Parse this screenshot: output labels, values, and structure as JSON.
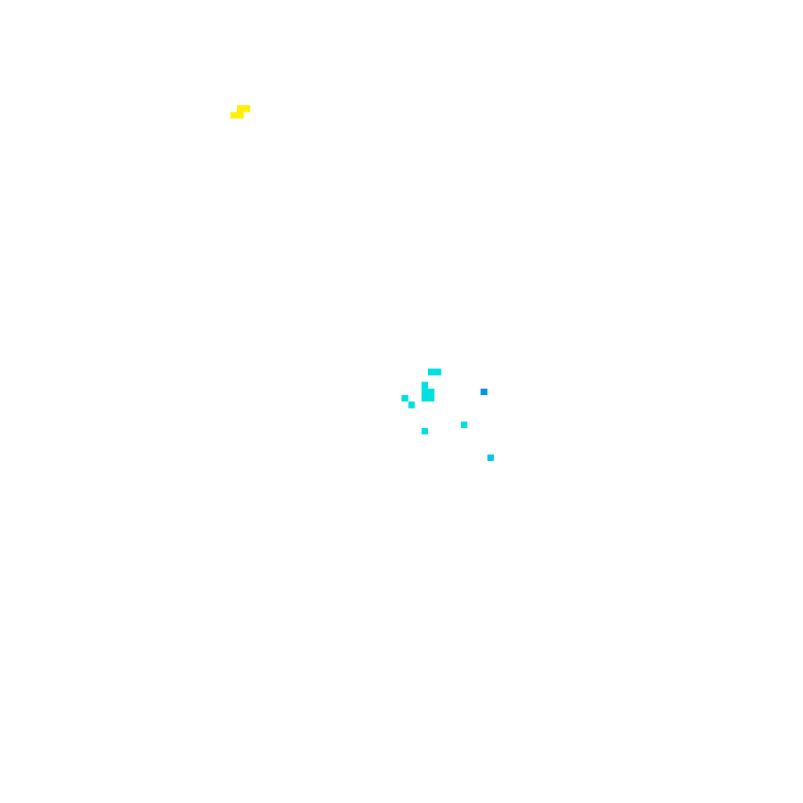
{
  "chart_data": {
    "type": "heatmap",
    "title": "",
    "xlabel": "",
    "ylabel": "",
    "grid": false,
    "legend": "none",
    "value_range": [
      0,
      1
    ],
    "colors": {
      "background": "#ffffff",
      "cyan": "#00e0e0",
      "light-blue": "#00c8e8",
      "blue": "#0096e6",
      "yellow": "#fff000"
    },
    "cells": [
      {
        "col": 35,
        "row": 17,
        "color": "yellow",
        "value": 0.9
      },
      {
        "col": 36,
        "row": 17,
        "color": "yellow",
        "value": 0.9
      },
      {
        "col": 36,
        "row": 16,
        "color": "yellow",
        "value": 0.9
      },
      {
        "col": 37,
        "row": 16,
        "color": "yellow",
        "value": 0.9
      },
      {
        "col": 65,
        "row": 56,
        "color": "cyan",
        "value": 0.35
      },
      {
        "col": 66,
        "row": 56,
        "color": "cyan",
        "value": 0.35
      },
      {
        "col": 64,
        "row": 58,
        "color": "cyan",
        "value": 0.35
      },
      {
        "col": 64,
        "row": 59,
        "color": "cyan",
        "value": 0.35
      },
      {
        "col": 65,
        "row": 59,
        "color": "cyan",
        "value": 0.35
      },
      {
        "col": 64,
        "row": 60,
        "color": "cyan",
        "value": 0.35
      },
      {
        "col": 65,
        "row": 60,
        "color": "cyan",
        "value": 0.35
      },
      {
        "col": 61,
        "row": 60,
        "color": "cyan",
        "value": 0.35
      },
      {
        "col": 62,
        "row": 61,
        "color": "cyan",
        "value": 0.35
      },
      {
        "col": 73,
        "row": 59,
        "color": "blue",
        "value": 0.25
      },
      {
        "col": 70,
        "row": 64,
        "color": "cyan",
        "value": 0.35
      },
      {
        "col": 64,
        "row": 65,
        "color": "cyan",
        "value": 0.35
      },
      {
        "col": 74,
        "row": 69,
        "color": "light-blue",
        "value": 0.3
      }
    ]
  }
}
